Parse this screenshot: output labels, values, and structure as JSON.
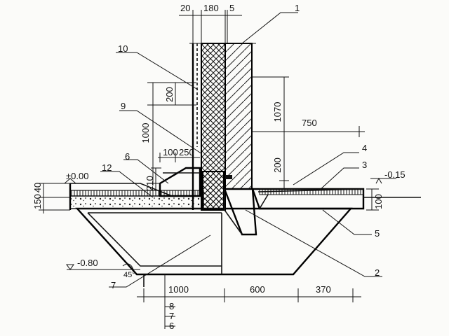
{
  "dims": {
    "top_20": "20",
    "top_180": "180",
    "top_5": "5",
    "d200_left": "200",
    "d1000_left": "1000",
    "d100": "100",
    "d250": "250",
    "d210": "210",
    "d1070": "1070",
    "d750": "750",
    "d200_right": "200",
    "d100_right": "100",
    "d150": "150",
    "d40": "40",
    "bottom_1000": "1000",
    "bottom_600": "600",
    "bottom_370": "370",
    "angle": "45°"
  },
  "levels": {
    "zero": "±0.00",
    "minus_015": "-0.15",
    "minus_080": "-0.80"
  },
  "callouts": {
    "c1": "1",
    "c2": "2",
    "c3": "3",
    "c4": "4",
    "c5": "5",
    "c6": "6",
    "c7": "7",
    "c9": "9",
    "c10": "10",
    "c12": "12",
    "b8": "8",
    "b7": "7",
    "b6": "6"
  }
}
